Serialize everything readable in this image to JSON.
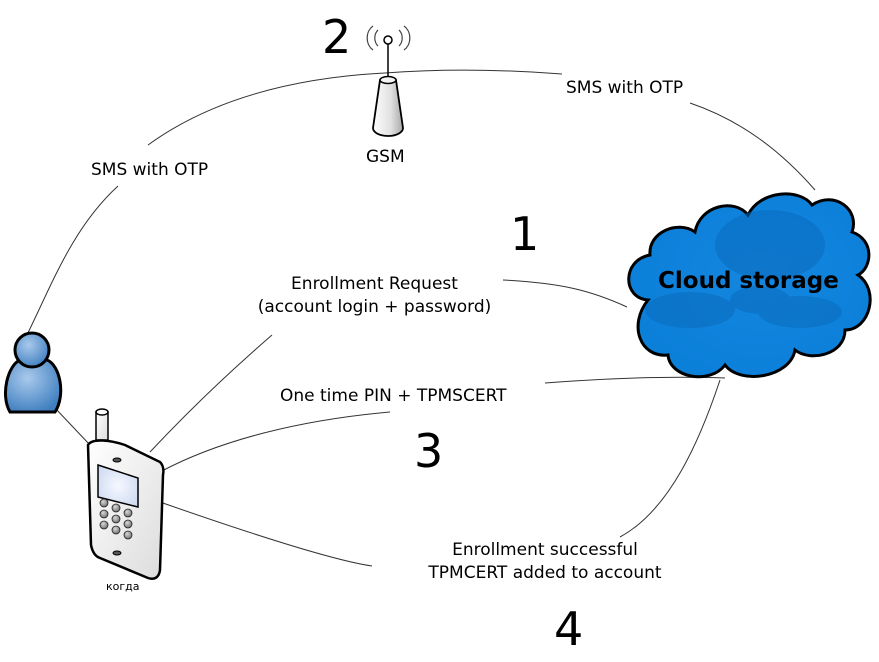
{
  "diagram": {
    "nodes": {
      "cloud": {
        "label": "Cloud storage",
        "fill": "#0a7fd8",
        "icon": "cloud-icon"
      },
      "gsm": {
        "label": "GSM",
        "icon": "gsm-tower-icon"
      },
      "user": {
        "icon": "user-icon",
        "fill": "#4a8bcc"
      },
      "phone": {
        "label": "когда",
        "icon": "mobile-phone-icon"
      }
    },
    "steps": [
      {
        "number": "1",
        "label_lines": [
          "Enrollment Request",
          "(account login + password)"
        ]
      },
      {
        "number": "2",
        "label": "SMS with OTP"
      },
      {
        "number": "3",
        "label": "One time  PIN + TPMSCERT"
      },
      {
        "number": "4",
        "label_lines": [
          "Enrollment successful",
          "TPMCERT added to account"
        ]
      }
    ],
    "edge_labels": {
      "sms_left": "SMS with OTP",
      "sms_right": "SMS with OTP"
    }
  }
}
